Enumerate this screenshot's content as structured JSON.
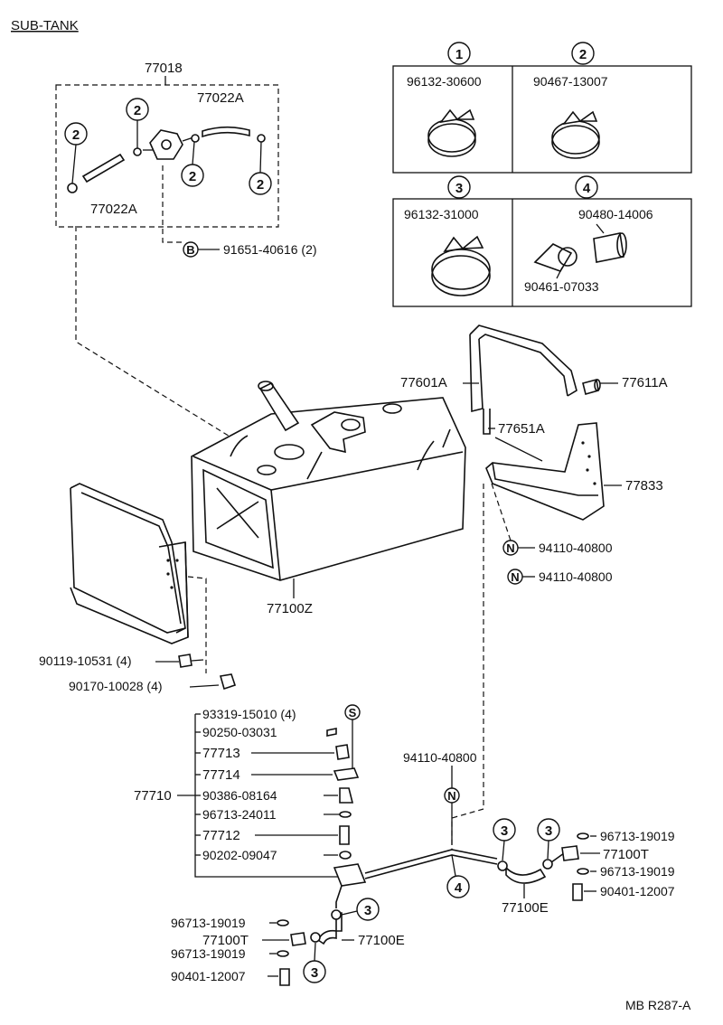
{
  "header": {
    "title": "SUB-TANK"
  },
  "footer": {
    "code": "MB R287-A"
  },
  "callouts": {
    "one": "1",
    "two": "2",
    "three": "3",
    "four": "4"
  },
  "letters": {
    "b": "B",
    "n": "N",
    "s": "S"
  },
  "clamp_box": {
    "p1": "96132-30600",
    "p2": "90467-13007",
    "p3": "96132-31000",
    "p4a": "90480-14006",
    "p4b": "90461-07033"
  },
  "parts": {
    "l77018": "77018",
    "l77022a_top": "77022A",
    "l77022a_bot": "77022A",
    "l91651": "91651-40616 (2)",
    "l77601a": "77601A",
    "l77611a": "77611A",
    "l77651a": "77651A",
    "l77833": "77833",
    "l94110_a": "94110-40800",
    "l94110_b": "94110-40800",
    "l77100z": "77100Z",
    "l90119": "90119-10531 (4)",
    "l90170": "90170-10028 (4)",
    "l93319": "93319-15010 (4)",
    "l90250": "90250-03031",
    "l77713": "77713",
    "l77714": "77714",
    "l77710": "77710",
    "l90386": "90386-08164",
    "l96713_24011": "96713-24011",
    "l77712": "77712",
    "l90202": "90202-09047",
    "l94110_c": "94110-40800",
    "r96713_a": "96713-19019",
    "r77100t": "77100T",
    "r96713_b": "96713-19019",
    "r90401": "90401-12007",
    "r77100e": "77100E",
    "b96713_a": "96713-19019",
    "b77100t": "77100T",
    "b96713_b": "96713-19019",
    "b90401": "90401-12007",
    "b77100e": "77100E"
  }
}
